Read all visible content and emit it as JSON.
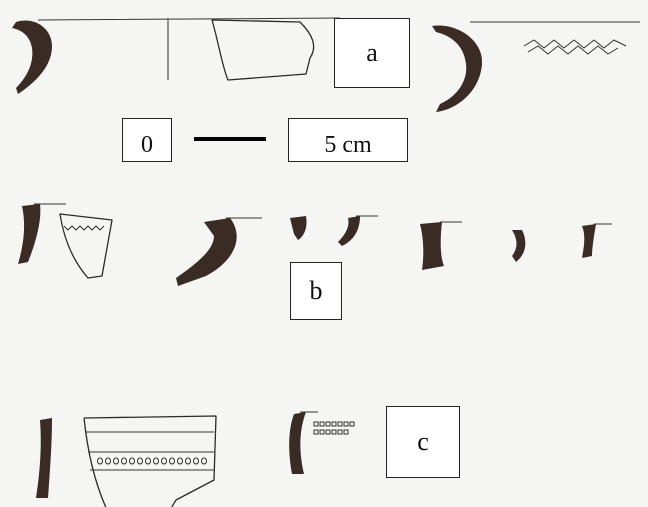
{
  "labels": {
    "a": "a",
    "b": "b",
    "c": "c"
  },
  "scale": {
    "start": "0",
    "end": "5 cm"
  },
  "colors": {
    "sherd_fill": "#3a2b25",
    "line": "#2a2a2a",
    "paper": "#f5f5f3"
  }
}
